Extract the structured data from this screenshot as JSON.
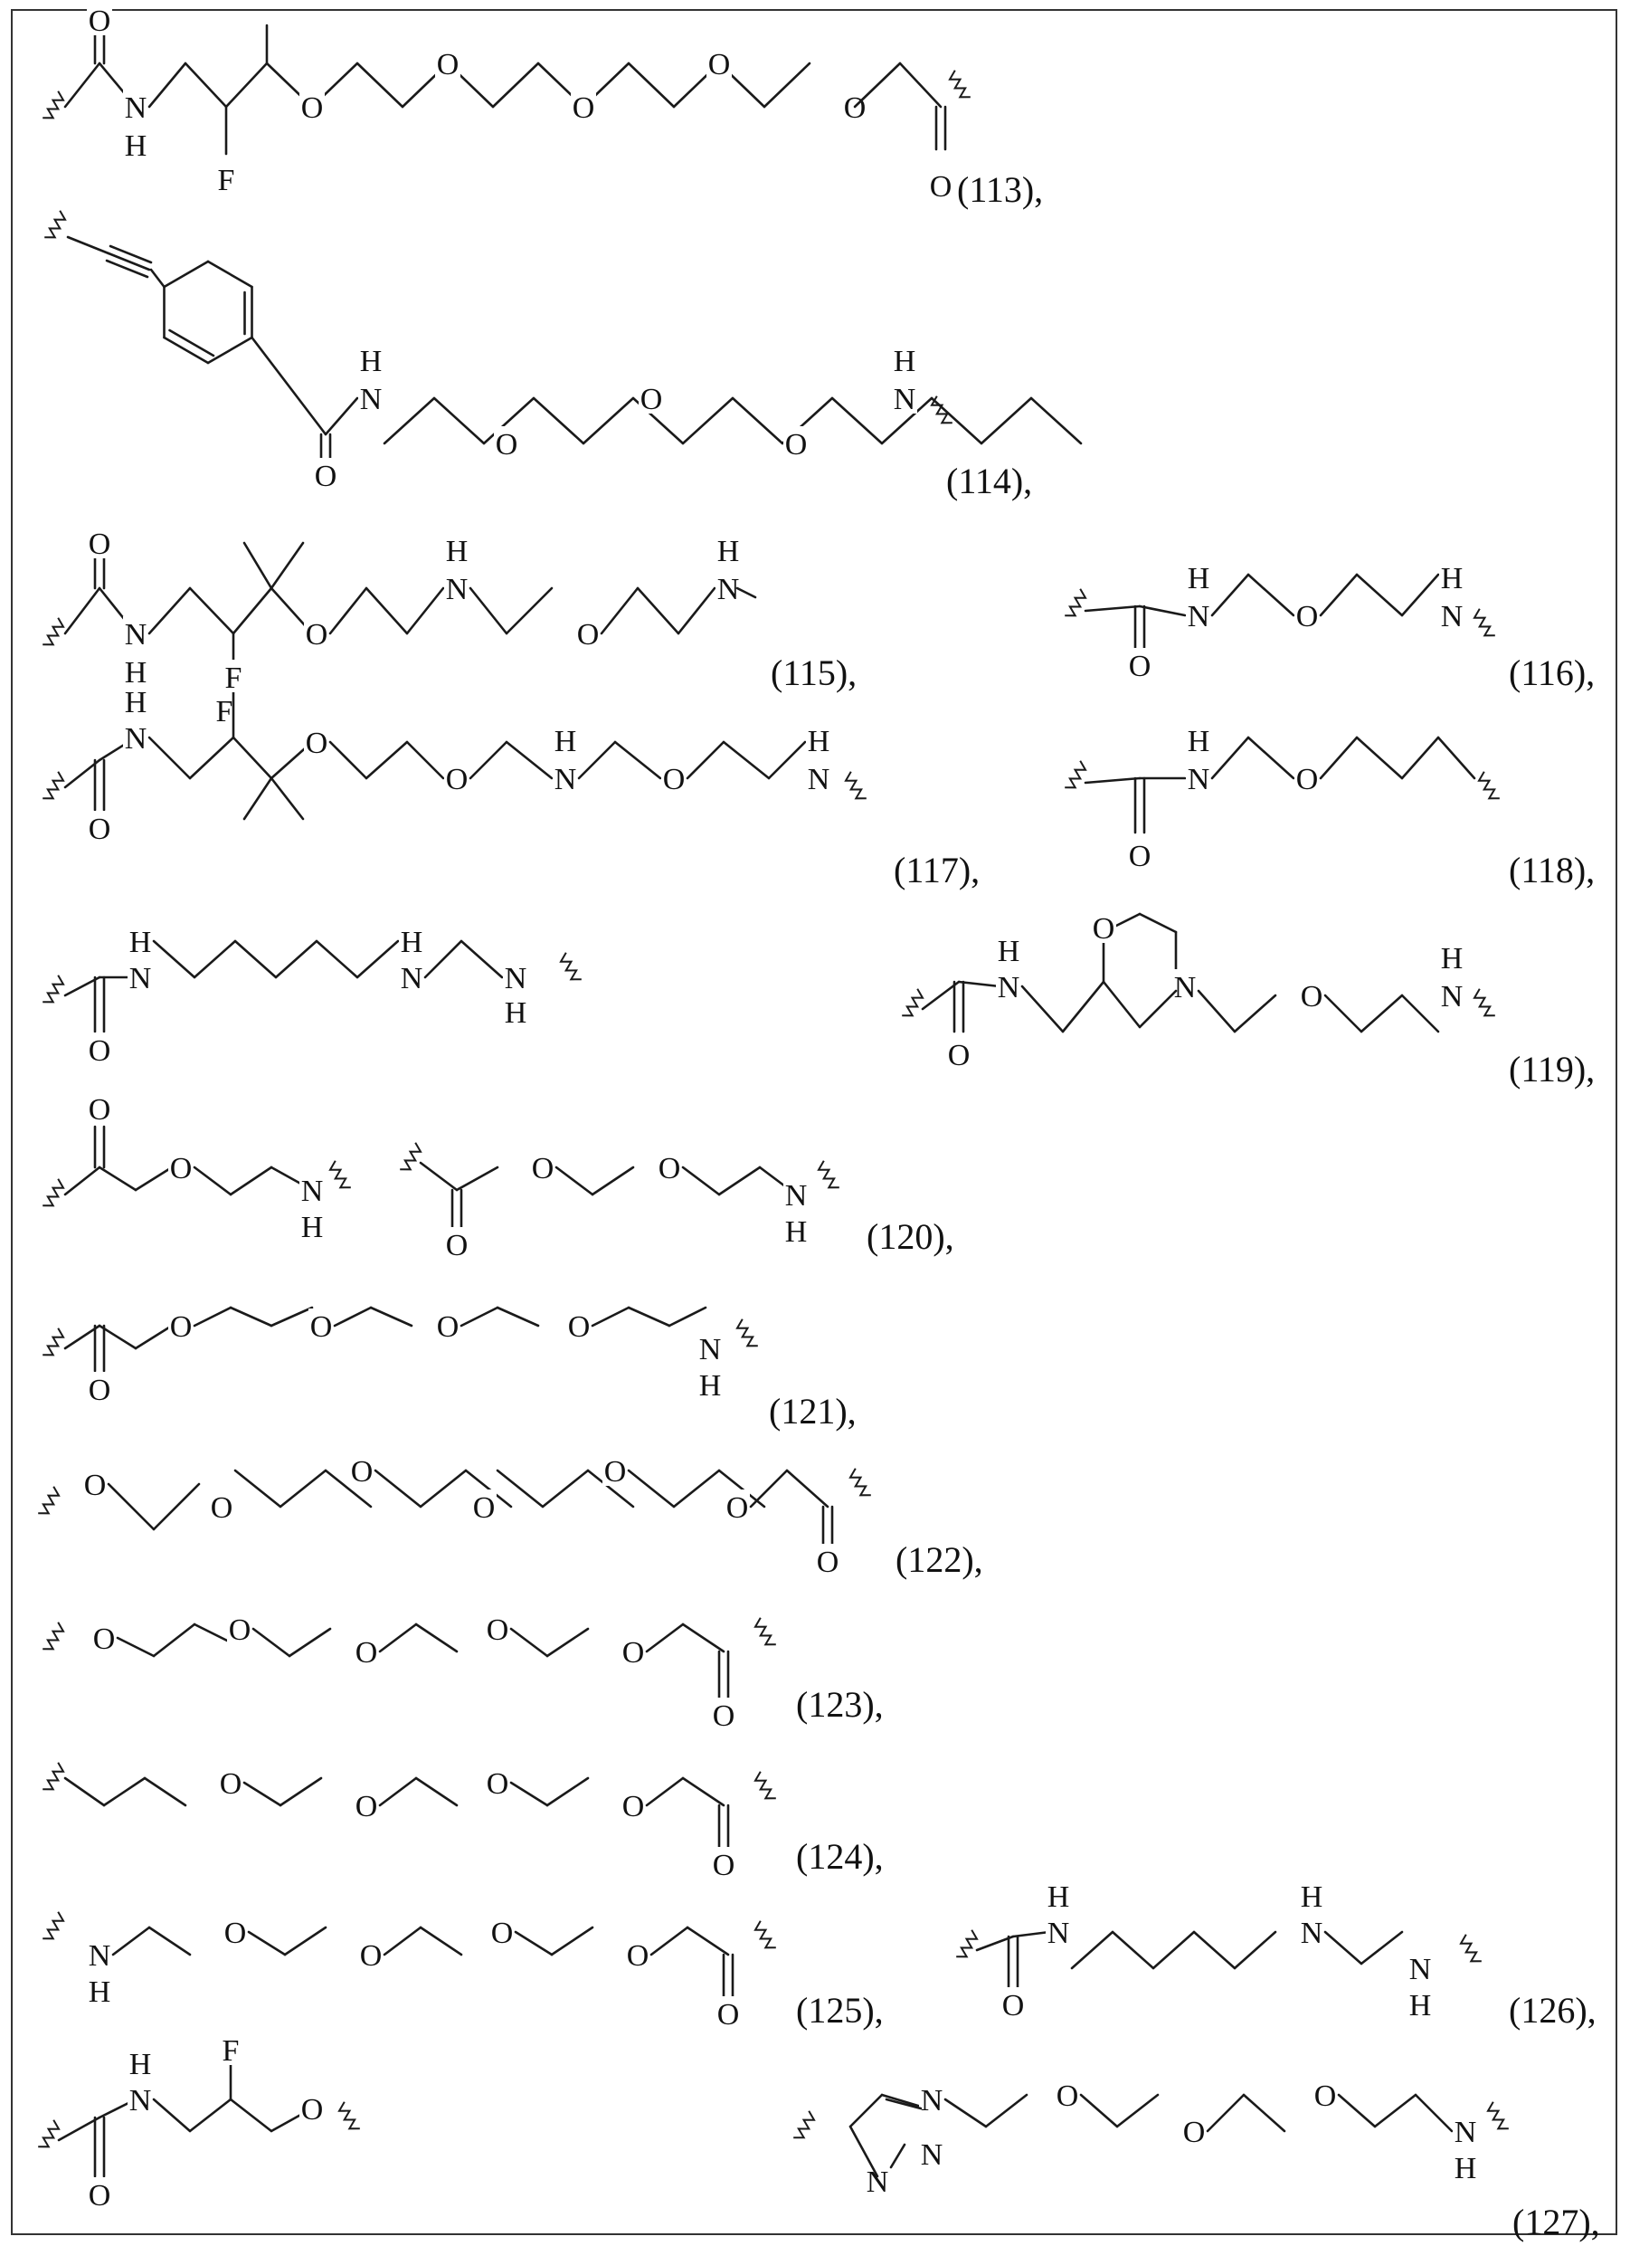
{
  "labels": {
    "s113": "(113),",
    "s114": "(114),",
    "s115": "(115),",
    "s116": "(116),",
    "s117": "(117),",
    "s118": "(118),",
    "s119": "(119),",
    "s120": "(120),",
    "s121": "(121),",
    "s122": "(122),",
    "s123": "(123),",
    "s124": "(124),",
    "s125": "(125),",
    "s126": "(126),",
    "s127": "(127),"
  },
  "atoms": {
    "O": "O",
    "N": "N",
    "H": "H",
    "F": "F"
  }
}
